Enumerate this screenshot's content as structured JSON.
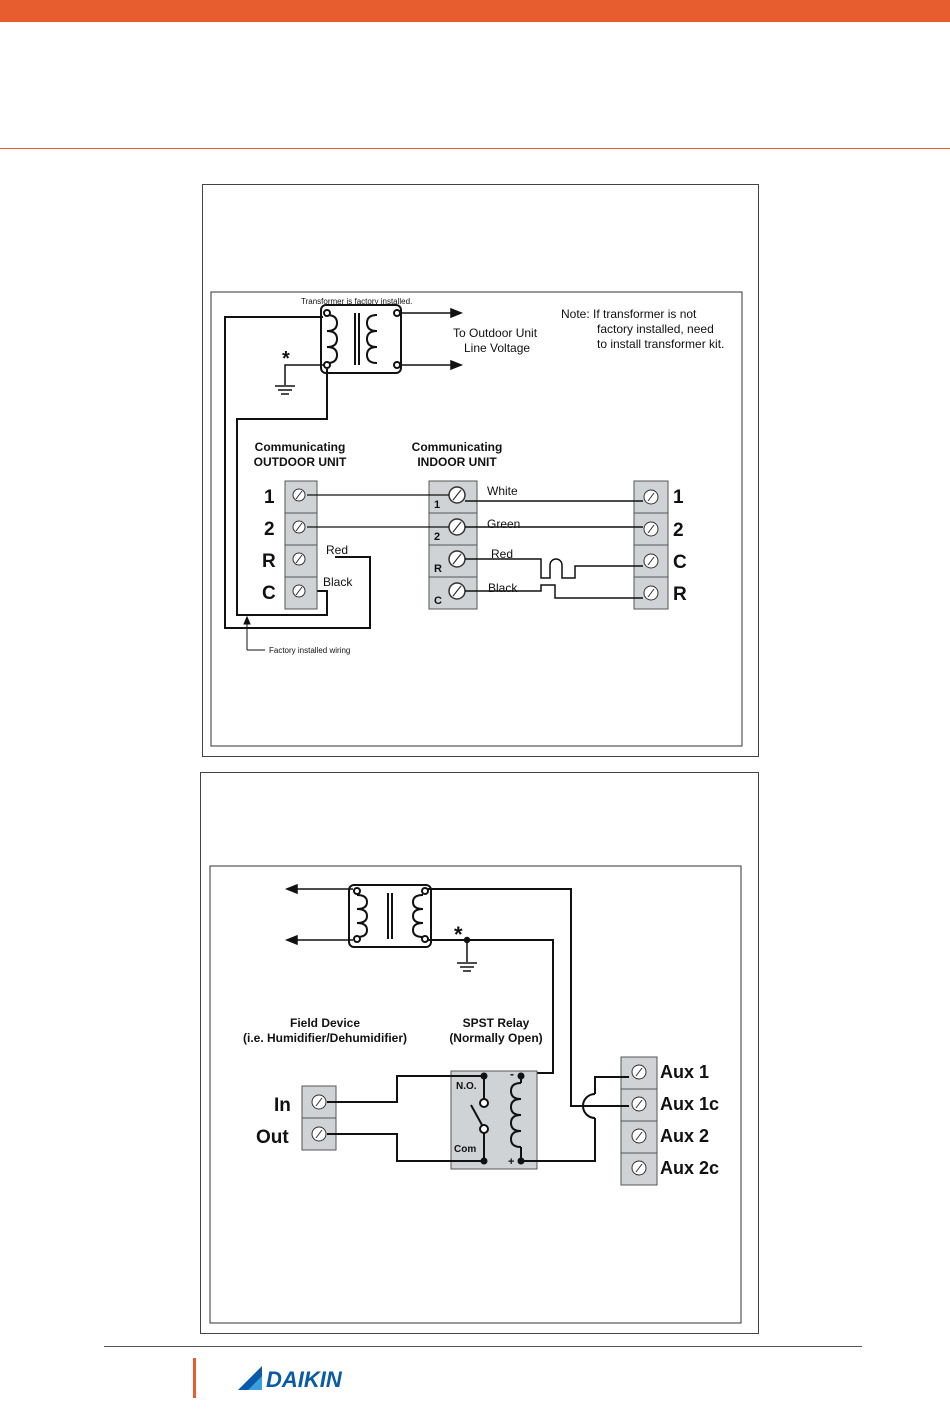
{
  "colors": {
    "accent": "#e85d2f",
    "brand_blue": "#0a5aa8",
    "terminal_fill": "#cfd3d6"
  },
  "diagram1": {
    "transformer_note": "Transformer is factory installed.",
    "outdoor_voltage_line1": "To Outdoor Unit",
    "outdoor_voltage_line2": "Line Voltage",
    "note_line1": "Note: If transformer is not",
    "note_line2": "factory installed, need",
    "note_line3": "to install transformer kit.",
    "ground_marker": "*",
    "outdoor_unit_title1": "Communicating",
    "outdoor_unit_title2": "OUTDOOR UNIT",
    "indoor_unit_title1": "Communicating",
    "indoor_unit_title2": "INDOOR UNIT",
    "outdoor_terminals": [
      "1",
      "2",
      "R",
      "C"
    ],
    "indoor_terminals": [
      "1",
      "2",
      "R",
      "C"
    ],
    "thermostat_terminals": [
      "1",
      "2",
      "C",
      "R"
    ],
    "wire_labels_indoor": [
      "White",
      "Green",
      "Red",
      "Black"
    ],
    "wire_labels_outdoor": [
      "Red",
      "Black"
    ],
    "factory_wiring_label": "Factory installed wiring"
  },
  "diagram2": {
    "ground_marker": "*",
    "field_device_title1": "Field Device",
    "field_device_title2": "(i.e. Humidifier/Dehumidifier)",
    "relay_title1": "SPST Relay",
    "relay_title2": "(Normally Open)",
    "field_terminals": [
      "In",
      "Out"
    ],
    "relay_no": "N.O.",
    "relay_com": "Com",
    "relay_minus": "-",
    "relay_plus": "+",
    "aux_terminals": [
      "Aux 1",
      "Aux 1c",
      "Aux 2",
      "Aux 2c"
    ]
  },
  "footer": {
    "brand": "DAIKIN"
  }
}
